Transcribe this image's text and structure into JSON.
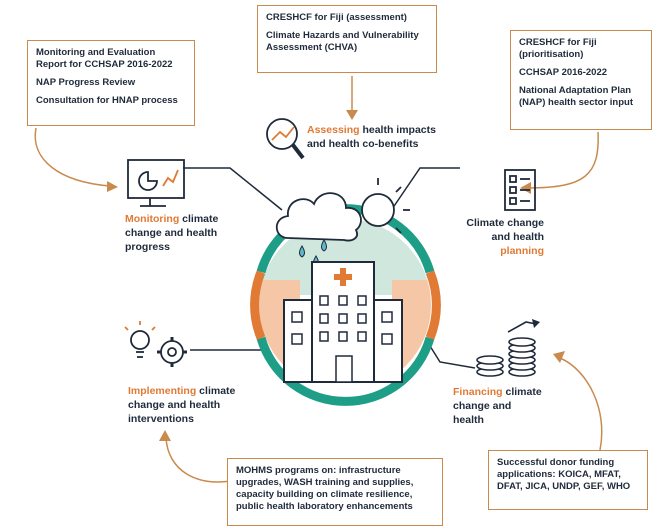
{
  "boxes": {
    "monitoring_sources": [
      "Monitoring and Evaluation Report for CCHSAP 2016-2022",
      "NAP Progress Review",
      "Consultation for HNAP process"
    ],
    "assessing_sources": [
      "CRESHCF for Fiji (assessment)",
      "Climate Hazards and Vulnerability Assessment (CHVA)"
    ],
    "planning_sources": [
      "CRESHCF for Fiji (prioritisation)",
      "CCHSAP 2016-2022",
      "National Adaptation Plan (NAP) health sector input"
    ],
    "implementing_sources": [
      "MOHMS programs on: infrastructure upgrades, WASH training and supplies, capacity building on climate resilience, public health laboratory enhancements"
    ],
    "financing_sources": [
      "Successful donor funding applications: KOICA, MFAT, DFAT, JICA, UNDP, GEF, WHO"
    ]
  },
  "stages": {
    "assessing": {
      "accent": "Assessing",
      "rest": " health impacts and health co-benefits"
    },
    "monitoring": {
      "accent": "Monitoring",
      "rest": " climate change and health progress"
    },
    "planning": {
      "rest": "Climate change and health ",
      "accent": "planning"
    },
    "implementing": {
      "accent": "Implementing",
      "rest": " climate change and health interventions"
    },
    "financing": {
      "accent": "Financing",
      "rest": " climate change and health"
    }
  },
  "colors": {
    "accent": "#e07a35",
    "teal": "#1e9e86",
    "light_teal": "#cfe7dc",
    "light_orange": "#f6c7a6",
    "dark": "#1f2a3a",
    "box_border": "#c98a4e"
  },
  "icons": [
    "magnifier-chart-icon",
    "monitor-chart-icon",
    "checklist-icon",
    "lightbulb-gear-icon",
    "coins-growth-icon",
    "cloud-sun-icon",
    "hospital-icon"
  ]
}
